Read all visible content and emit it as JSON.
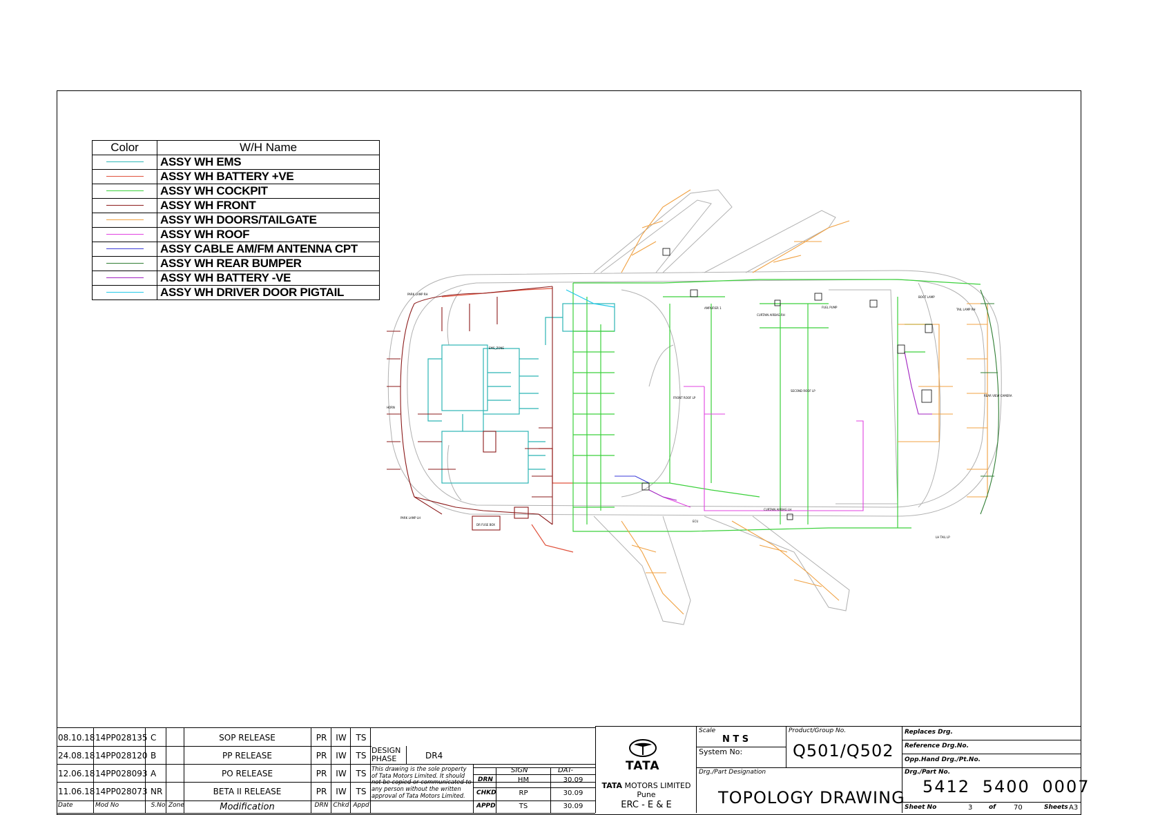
{
  "legend": {
    "header_color": "Color",
    "header_name": "W/H Name",
    "rows": [
      {
        "name": "ASSY WH EMS",
        "color": "#2bb5b5"
      },
      {
        "name": "ASSY WH BATTERY +VE",
        "color": "#e0503a"
      },
      {
        "name": "ASSY WH COCKPIT",
        "color": "#3ad03a"
      },
      {
        "name": "ASSY WH FRONT",
        "color": "#8b1a1a"
      },
      {
        "name": "ASSY WH DOORS/TAILGATE",
        "color": "#f0a040"
      },
      {
        "name": "ASSY WH ROOF",
        "color": "#e040e0"
      },
      {
        "name": "ASSY CABLE AM/FM ANTENNA CPT",
        "color": "#3a3ad8"
      },
      {
        "name": "ASSY WH REAR BUMPER",
        "color": "#2e7d32"
      },
      {
        "name": "ASSY WH BATTERY -VE",
        "color": "#a020c0"
      },
      {
        "name": "ASSY WH DRIVER DOOR PIGTAIL",
        "color": "#20c8e8"
      }
    ]
  },
  "diagram_labels": {
    "ems_zone": "EMS_ZONE",
    "dr_fuse_box": "DR FUSE BOX",
    "ecu": "ECU",
    "fuel_pump": "FUEL PUMP",
    "curtain_airbag_lh": "CURTAIN AIRBAG LH",
    "curtain_airbag_rh": "CURTAIN AIRBAG RH",
    "sunroof": "SECOND ROOF LP",
    "tail_lamp_rh": "TAIL LAMP RH",
    "tail_lamp_lh": "LH TAIL LP",
    "rear_view_camera": "REAR VIEW CAMERA",
    "boot_lamp": "BOOT LAMP",
    "amplifier": "AMPLIFIER 1",
    "front_roof_lp": "FRONT ROOF LP",
    "park_lamp_lh": "PARK LAMP LH",
    "park_lamp_rh": "PARK LAMP RH",
    "horn": "HORN"
  },
  "revisions": [
    {
      "date": "08.10.18",
      "mod_no": "14PP028135",
      "s_no": "C",
      "zone": "",
      "modification": "SOP RELEASE",
      "drn": "PR",
      "chkd": "IW",
      "appd": "TS"
    },
    {
      "date": "24.08.18",
      "mod_no": "14PP028120",
      "s_no": "B",
      "zone": "",
      "modification": "PP RELEASE",
      "drn": "PR",
      "chkd": "IW",
      "appd": "TS"
    },
    {
      "date": "12.06.18",
      "mod_no": "14PP028093",
      "s_no": "A",
      "zone": "",
      "modification": "PO RELEASE",
      "drn": "PR",
      "chkd": "IW",
      "appd": "TS"
    },
    {
      "date": "11.06.18",
      "mod_no": "14PP028073",
      "s_no": "NR",
      "zone": "",
      "modification": "BETA II RELEASE",
      "drn": "PR",
      "chkd": "IW",
      "appd": "TS"
    }
  ],
  "revision_headers": {
    "date": "Date",
    "mod_no": "Mod No",
    "s_no": "S.No",
    "zone": "Zone",
    "modification": "Modification",
    "drn": "DRN",
    "chkd": "Chkd",
    "appd": "Appd"
  },
  "design_phase": {
    "label": "DESIGN PHASE",
    "value": "DR4"
  },
  "notice": "This drawing is the sole property of Tata Motors Limited. It should not be copied or communicated to any person without the written approval of Tata Motors Limited.",
  "signoff": {
    "sign_header": "SIGN",
    "date_header": "DAT-",
    "rows": [
      {
        "role": "DRN",
        "sign": "HM",
        "date": "30.09"
      },
      {
        "role": "CHKD",
        "sign": "RP",
        "date": "30.09"
      },
      {
        "role": "APPD",
        "sign": "TS",
        "date": "30.09"
      }
    ]
  },
  "company": {
    "logo_text": "TATA",
    "name_brand": "TATA",
    "name_rest": "MOTORS LIMITED",
    "city": "Pune",
    "dept": "ERC - E & E"
  },
  "title_block": {
    "scale_label": "Scale",
    "scale_value": "N T S",
    "product_label": "Product/Group No.",
    "product_value": "Q501/Q502",
    "system_label": "System No:",
    "designation_label": "Drg./Part Designation",
    "designation_value": "TOPOLOGY DRAWING",
    "replaces_label": "Replaces Drg.",
    "reference_label": "Reference Drg.No.",
    "opp_hand_label": "Opp.Hand Drg./Pt.No.",
    "part_no_label": "Drg./Part No.",
    "part_no_value": "5412 5400 0007",
    "sheet_no_label": "Sheet No",
    "sheet_no_value": "3",
    "of_label": "of",
    "of_value": "70",
    "sheets_label": "Sheets",
    "sheets_value": "A3"
  }
}
